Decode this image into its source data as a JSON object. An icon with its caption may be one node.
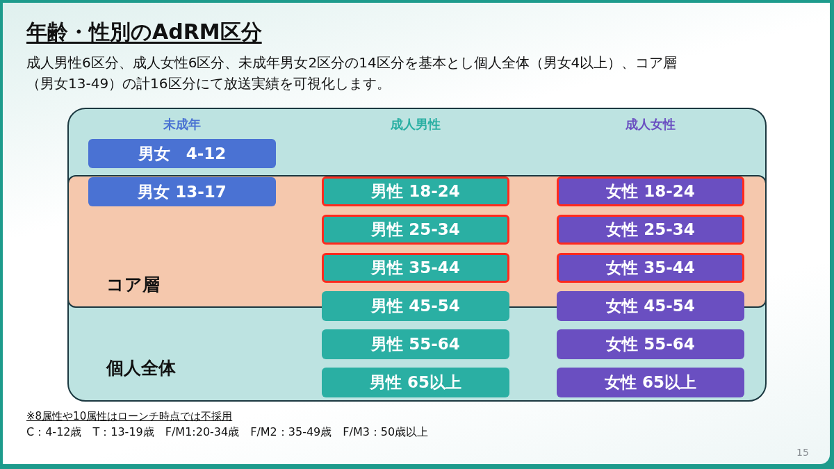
{
  "diagram": {
    "title": "年齢・性別のAdRM区分",
    "nodes": [
      {
        "text": [
          "個人全体"
        ]
      },
      {
        "text": [
          "コア層"
        ],
        "in": 0
      },
      {
        "text": [
          "男女　4-12"
        ],
        "in": 0
      },
      {
        "text": [
          "男女 13-17"
        ],
        "in": 1
      },
      {
        "text": [
          "男性 18-24"
        ],
        "in": 1
      },
      {
        "text": [
          "女性 18-24"
        ],
        "in": 1
      },
      {
        "text": [
          "男性 25-34"
        ],
        "in": 1
      },
      {
        "text": [
          "女性 25-34"
        ],
        "in": 1
      },
      {
        "text": [
          "男性 35-44"
        ],
        "in": 1
      },
      {
        "text": [
          "女性 35-44"
        ],
        "in": 1
      },
      {
        "text": [
          "男性 45-54"
        ],
        "in": 0
      },
      {
        "text": [
          "女性 45-54"
        ],
        "in": 0
      },
      {
        "text": [
          "男性 55-64"
        ],
        "in": 0
      },
      {
        "text": [
          "女性 55-64"
        ],
        "in": 0
      },
      {
        "text": [
          "男性 65以上"
        ],
        "in": 0
      },
      {
        "text": [
          "女性 65以上"
        ],
        "in": 0
      }
    ],
    "labels": [
      "成人男性6区分、成人女性6区分、未成年男女2区分の14区分を基本とし個人全体（男女4以上）、コア層（男女13-49）の計16区分にて放送実績を可視化します。",
      "未成年",
      "成人男性",
      "成人女性",
      "※8属性や10属性はローンチ時点では不採用",
      "C：4-12歳　T：13-19歳　F/M1:20-34歳　F/M2：35-49歳　F/M3：50歳以上",
      "15"
    ]
  }
}
